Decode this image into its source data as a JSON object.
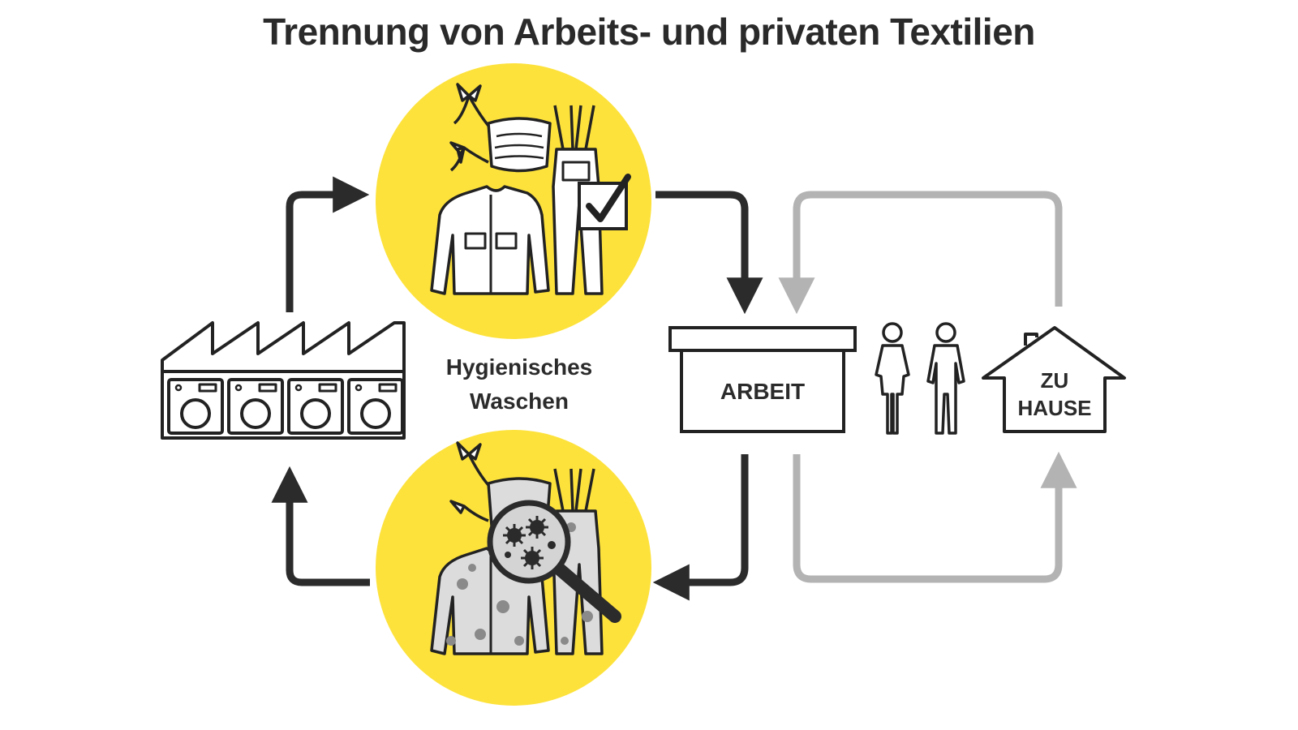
{
  "title": "Trennung von Arbeits- und privaten Textilien",
  "center_label": {
    "line1": "Hygienisches",
    "line2": "Waschen"
  },
  "work_label": "ARBEIT",
  "home_label": {
    "line1": "ZU",
    "line2": "HAUSE"
  },
  "colors": {
    "accent_yellow": "#fde23c",
    "dark_arrow": "#2b2b2b",
    "gray_arrow": "#b3b3b3",
    "stain": "#8a8a8a"
  },
  "icons": [
    "factory-laundry-icon",
    "clean-textiles-icon",
    "checkbox-check-icon",
    "dirty-textiles-icon",
    "magnifier-germs-icon",
    "workplace-box-icon",
    "people-icon",
    "house-icon"
  ]
}
